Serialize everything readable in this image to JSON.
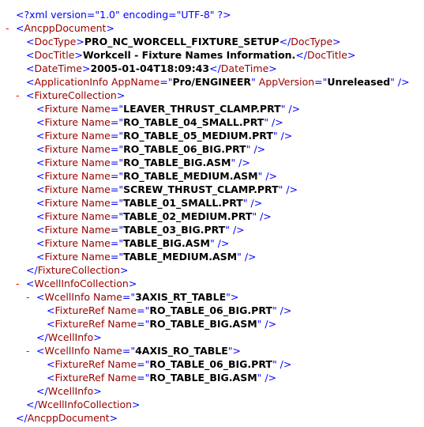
{
  "toggle_symbol": "-",
  "lines": [
    {
      "indent": 0,
      "toggle": false,
      "kind": "pi",
      "text": "<?xml version=\"1.0\" encoding=\"UTF-8\" ?>"
    },
    {
      "indent": 0,
      "toggle": true,
      "kind": "open",
      "tag": "AncppDocument"
    },
    {
      "indent": 1,
      "toggle": false,
      "kind": "element",
      "tag": "DocType",
      "text": "PRO_NC_WORCELL_FIXTURE_SETUP"
    },
    {
      "indent": 1,
      "toggle": false,
      "kind": "element",
      "tag": "DocTitle",
      "text": "Workcell - Fixture Names Information."
    },
    {
      "indent": 1,
      "toggle": false,
      "kind": "element",
      "tag": "DateTime",
      "text": "2005-01-04T18:09:43"
    },
    {
      "indent": 1,
      "toggle": false,
      "kind": "empty",
      "tag": "ApplicationInfo",
      "attrs": [
        {
          "name": "AppName",
          "value": "Pro/ENGINEER"
        },
        {
          "name": "AppVersion",
          "value": "Unreleased"
        }
      ]
    },
    {
      "indent": 1,
      "toggle": true,
      "kind": "open",
      "tag": "FixtureCollection"
    },
    {
      "indent": 2,
      "toggle": false,
      "kind": "empty",
      "tag": "Fixture",
      "attrs": [
        {
          "name": "Name",
          "value": "LEAVER_THRUST_CLAMP.PRT"
        }
      ]
    },
    {
      "indent": 2,
      "toggle": false,
      "kind": "empty",
      "tag": "Fixture",
      "attrs": [
        {
          "name": "Name",
          "value": "RO_TABLE_04_SMALL.PRT"
        }
      ]
    },
    {
      "indent": 2,
      "toggle": false,
      "kind": "empty",
      "tag": "Fixture",
      "attrs": [
        {
          "name": "Name",
          "value": "RO_TABLE_05_MEDIUM.PRT"
        }
      ]
    },
    {
      "indent": 2,
      "toggle": false,
      "kind": "empty",
      "tag": "Fixture",
      "attrs": [
        {
          "name": "Name",
          "value": "RO_TABLE_06_BIG.PRT"
        }
      ]
    },
    {
      "indent": 2,
      "toggle": false,
      "kind": "empty",
      "tag": "Fixture",
      "attrs": [
        {
          "name": "Name",
          "value": "RO_TABLE_BIG.ASM"
        }
      ]
    },
    {
      "indent": 2,
      "toggle": false,
      "kind": "empty",
      "tag": "Fixture",
      "attrs": [
        {
          "name": "Name",
          "value": "RO_TABLE_MEDIUM.ASM"
        }
      ]
    },
    {
      "indent": 2,
      "toggle": false,
      "kind": "empty",
      "tag": "Fixture",
      "attrs": [
        {
          "name": "Name",
          "value": "SCREW_THRUST_CLAMP.PRT"
        }
      ]
    },
    {
      "indent": 2,
      "toggle": false,
      "kind": "empty",
      "tag": "Fixture",
      "attrs": [
        {
          "name": "Name",
          "value": "TABLE_01_SMALL.PRT"
        }
      ]
    },
    {
      "indent": 2,
      "toggle": false,
      "kind": "empty",
      "tag": "Fixture",
      "attrs": [
        {
          "name": "Name",
          "value": "TABLE_02_MEDIUM.PRT"
        }
      ]
    },
    {
      "indent": 2,
      "toggle": false,
      "kind": "empty",
      "tag": "Fixture",
      "attrs": [
        {
          "name": "Name",
          "value": "TABLE_03_BIG.PRT"
        }
      ]
    },
    {
      "indent": 2,
      "toggle": false,
      "kind": "empty",
      "tag": "Fixture",
      "attrs": [
        {
          "name": "Name",
          "value": "TABLE_BIG.ASM"
        }
      ]
    },
    {
      "indent": 2,
      "toggle": false,
      "kind": "empty",
      "tag": "Fixture",
      "attrs": [
        {
          "name": "Name",
          "value": "TABLE_MEDIUM.ASM"
        }
      ]
    },
    {
      "indent": 1,
      "toggle": false,
      "kind": "close",
      "tag": "FixtureCollection"
    },
    {
      "indent": 1,
      "toggle": true,
      "kind": "open",
      "tag": "WcellInfoCollection"
    },
    {
      "indent": 2,
      "toggle": true,
      "kind": "open",
      "tag": "WcellInfo",
      "attrs": [
        {
          "name": "Name",
          "value": "3AXIS_RT_TABLE"
        }
      ]
    },
    {
      "indent": 3,
      "toggle": false,
      "kind": "empty",
      "tag": "FixtureRef",
      "attrs": [
        {
          "name": "Name",
          "value": "RO_TABLE_06_BIG.PRT"
        }
      ]
    },
    {
      "indent": 3,
      "toggle": false,
      "kind": "empty",
      "tag": "FixtureRef",
      "attrs": [
        {
          "name": "Name",
          "value": "RO_TABLE_BIG.ASM"
        }
      ]
    },
    {
      "indent": 2,
      "toggle": false,
      "kind": "close",
      "tag": "WcellInfo"
    },
    {
      "indent": 2,
      "toggle": true,
      "kind": "open",
      "tag": "WcellInfo",
      "attrs": [
        {
          "name": "Name",
          "value": "4AXIS_RO_TABLE"
        }
      ]
    },
    {
      "indent": 3,
      "toggle": false,
      "kind": "empty",
      "tag": "FixtureRef",
      "attrs": [
        {
          "name": "Name",
          "value": "RO_TABLE_06_BIG.PRT"
        }
      ]
    },
    {
      "indent": 3,
      "toggle": false,
      "kind": "empty",
      "tag": "FixtureRef",
      "attrs": [
        {
          "name": "Name",
          "value": "RO_TABLE_BIG.ASM"
        }
      ]
    },
    {
      "indent": 2,
      "toggle": false,
      "kind": "close",
      "tag": "WcellInfo"
    },
    {
      "indent": 1,
      "toggle": false,
      "kind": "close",
      "tag": "WcellInfoCollection"
    },
    {
      "indent": 0,
      "toggle": false,
      "kind": "close",
      "tag": "AncppDocument"
    }
  ]
}
